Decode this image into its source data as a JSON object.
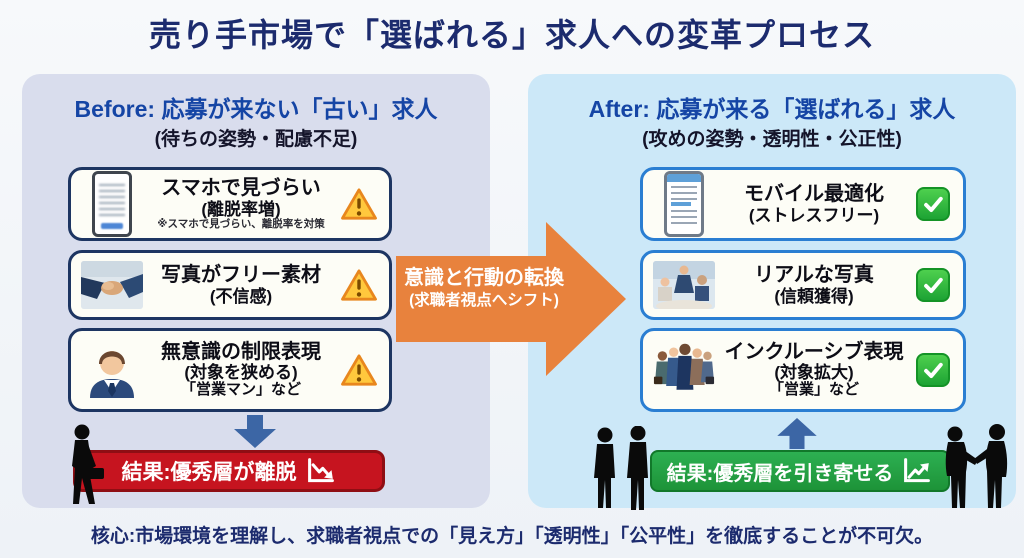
{
  "title": "売り手市場で「選ばれる」求人への変革プロセス",
  "footer": "核心:市場環境を理解し、求職者視点での「見え方」「透明性」「公平性」を徹底することが不可欠。",
  "transition": {
    "line1": "意識と行動の転換",
    "line2": "(求職者視点へシフト)",
    "arrow_color": "#e8823d"
  },
  "before": {
    "heading": "Before: 応募が来ない「古い」求人",
    "subheading": "(待ちの姿勢・配慮不足)",
    "items": [
      {
        "title": "スマホで見づらい",
        "subtitle": "(離脱率増)",
        "note": "※スマホで見づらい、離脱率を対策",
        "icon": "blurry-smartphone",
        "status_icon": "warning-triangle"
      },
      {
        "title": "写真がフリー素材",
        "subtitle": "(不信感)",
        "icon": "stock-handshake-photo",
        "status_icon": "warning-triangle"
      },
      {
        "title": "無意識の制限表現",
        "subtitle": "(対象を狭める)",
        "example": "「営業マン」など",
        "icon": "businessman-avatar",
        "status_icon": "warning-triangle"
      }
    ],
    "result": {
      "label": "結果:優秀層が離脱",
      "icon": "declining-chart",
      "color": "#c6141f"
    }
  },
  "after": {
    "heading": "After: 応募が来る「選ばれる」求人",
    "subheading": "(攻めの姿勢・透明性・公正性)",
    "items": [
      {
        "title": "モバイル最適化",
        "subtitle": "(ストレスフリー)",
        "icon": "optimized-smartphone",
        "status_icon": "check-mark"
      },
      {
        "title": "リアルな写真",
        "subtitle": "(信頼獲得)",
        "icon": "real-team-photo",
        "status_icon": "check-mark"
      },
      {
        "title": "インクルーシブ表現",
        "subtitle": "(対象拡大)",
        "example": "「営業」など",
        "icon": "diverse-group",
        "status_icon": "check-mark"
      }
    ],
    "result": {
      "label": "結果:優秀層を引き寄せる",
      "icon": "rising-chart",
      "color": "#23a344"
    }
  },
  "colors": {
    "title_text": "#1c2b6e",
    "before_panel_bg": "#d9dded",
    "after_panel_bg": "#cce8f8",
    "before_card_border": "#1d3562",
    "after_card_border": "#2a7ed2",
    "warning_yellow": "#ffc83d",
    "check_green": "#1da334",
    "bad_result_red": "#c6141f",
    "good_result_green": "#23a344",
    "steel_arrow_blue": "#3c66a5"
  }
}
